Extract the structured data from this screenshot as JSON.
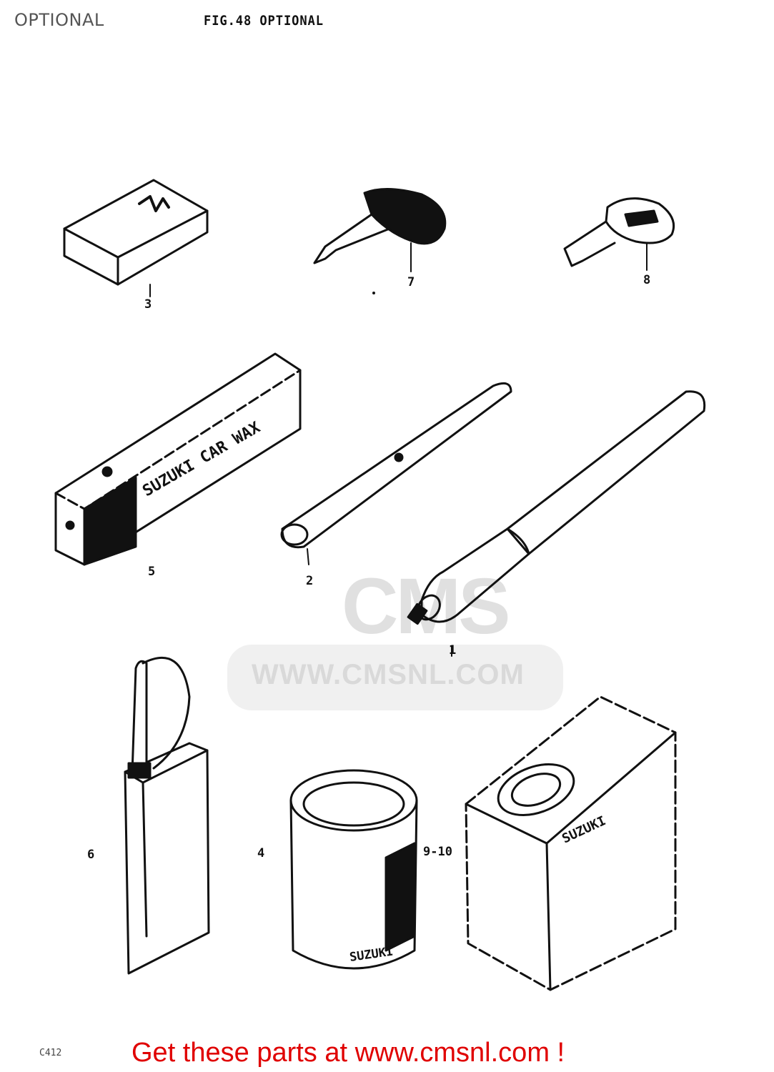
{
  "page": {
    "title": "OPTIONAL"
  },
  "figure": {
    "title": "FIG.48  OPTIONAL",
    "callouts": {
      "item_3": "3",
      "item_7": "7",
      "item_8": "8",
      "item_5": "5",
      "item_2": "2",
      "item_1": "1",
      "item_6": "6",
      "item_4": "4",
      "item_9_10": "9-10"
    },
    "product_text": {
      "wax_box": "SUZUKI CAR WAX",
      "tube_brand": "SUZUKI",
      "can_brand": "SUZUKI"
    },
    "footer_code": "C412"
  },
  "watermark": {
    "logo": "CMS",
    "url": "WWW.CMSNL.COM"
  },
  "footer": {
    "link_text": "Get these parts at www.cmsnl.com !",
    "link_color": "#e00000"
  }
}
